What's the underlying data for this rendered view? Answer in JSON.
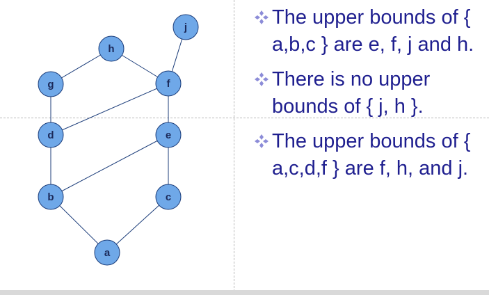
{
  "graph": {
    "nodes": [
      {
        "id": "a",
        "label": "a"
      },
      {
        "id": "b",
        "label": "b"
      },
      {
        "id": "c",
        "label": "c"
      },
      {
        "id": "d",
        "label": "d"
      },
      {
        "id": "e",
        "label": "e"
      },
      {
        "id": "f",
        "label": "f"
      },
      {
        "id": "g",
        "label": "g"
      },
      {
        "id": "h",
        "label": "h"
      },
      {
        "id": "j",
        "label": "j"
      }
    ],
    "edges": [
      [
        "a",
        "b"
      ],
      [
        "a",
        "c"
      ],
      [
        "b",
        "d"
      ],
      [
        "b",
        "e"
      ],
      [
        "c",
        "e"
      ],
      [
        "d",
        "g"
      ],
      [
        "d",
        "f"
      ],
      [
        "e",
        "f"
      ],
      [
        "g",
        "h"
      ],
      [
        "h",
        "f"
      ],
      [
        "f",
        "j"
      ]
    ],
    "colors": {
      "node_fill": "#6fa8e8",
      "node_stroke": "#1c3d7a",
      "edge": "#1c3d7a",
      "label": "#1c2a5a"
    }
  },
  "bullets": [
    {
      "text": "The upper bounds of { a,b,c } are e, f, j and h."
    },
    {
      "text": "There is no upper bounds of { j, h }."
    },
    {
      "text": "The upper bounds of { a,c,d,f } are f, h, and j."
    }
  ],
  "colors": {
    "bullet_text": "#1f1f8f",
    "bullet_mark": "#8c8cd8"
  }
}
